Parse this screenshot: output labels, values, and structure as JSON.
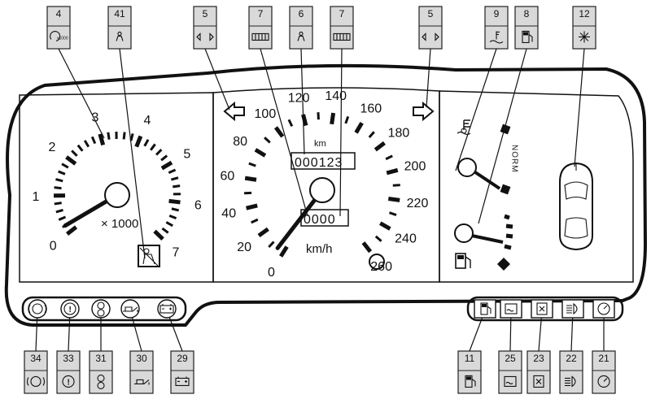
{
  "top_callouts": [
    {
      "num": "4",
      "icon": "tachometer-1000-icon"
    },
    {
      "num": "41",
      "icon": "seatbelt-icon"
    },
    {
      "num": "5",
      "icon": "turn-signal-icon"
    },
    {
      "num": "7",
      "icon": "odometer-icon"
    },
    {
      "num": "6",
      "icon": "speed-kmh-icon"
    },
    {
      "num": "7",
      "icon": "trip-odometer-icon"
    },
    {
      "num": "5",
      "icon": "turn-signal-icon"
    },
    {
      "num": "9",
      "icon": "coolant-temp-icon"
    },
    {
      "num": "8",
      "icon": "fuel-pump-icon"
    },
    {
      "num": "12",
      "icon": "frost-warning-icon"
    }
  ],
  "bottom_callouts": [
    {
      "num": "34",
      "icon": "abs-icon"
    },
    {
      "num": "33",
      "icon": "brake-warning-icon"
    },
    {
      "num": "31",
      "icon": "parking-brake-icon"
    },
    {
      "num": "30",
      "icon": "oil-can-icon"
    },
    {
      "num": "29",
      "icon": "battery-icon"
    },
    {
      "num": "11",
      "icon": "fuel-reserve-icon"
    },
    {
      "num": "25",
      "icon": "rear-fog-icon"
    },
    {
      "num": "23",
      "icon": "heated-window-icon"
    },
    {
      "num": "22",
      "icon": "high-beam-icon"
    },
    {
      "num": "21",
      "icon": "speed-alarm-icon"
    }
  ],
  "tachometer": {
    "labels": [
      "0",
      "1",
      "2",
      "3",
      "4",
      "5",
      "6",
      "7"
    ],
    "multiplier": "× 1000",
    "max": 7,
    "needle_value": 0.2
  },
  "speedometer": {
    "labels": [
      "0",
      "20",
      "40",
      "60",
      "80",
      "100",
      "120",
      "140",
      "160",
      "180",
      "200",
      "220",
      "240",
      "260"
    ],
    "unit": "km/h",
    "odometer_unit": "km",
    "odometer": "000123",
    "trip": "0000",
    "max": 260,
    "needle_value": 5
  },
  "temp_gauge": {
    "label": "NORM"
  }
}
